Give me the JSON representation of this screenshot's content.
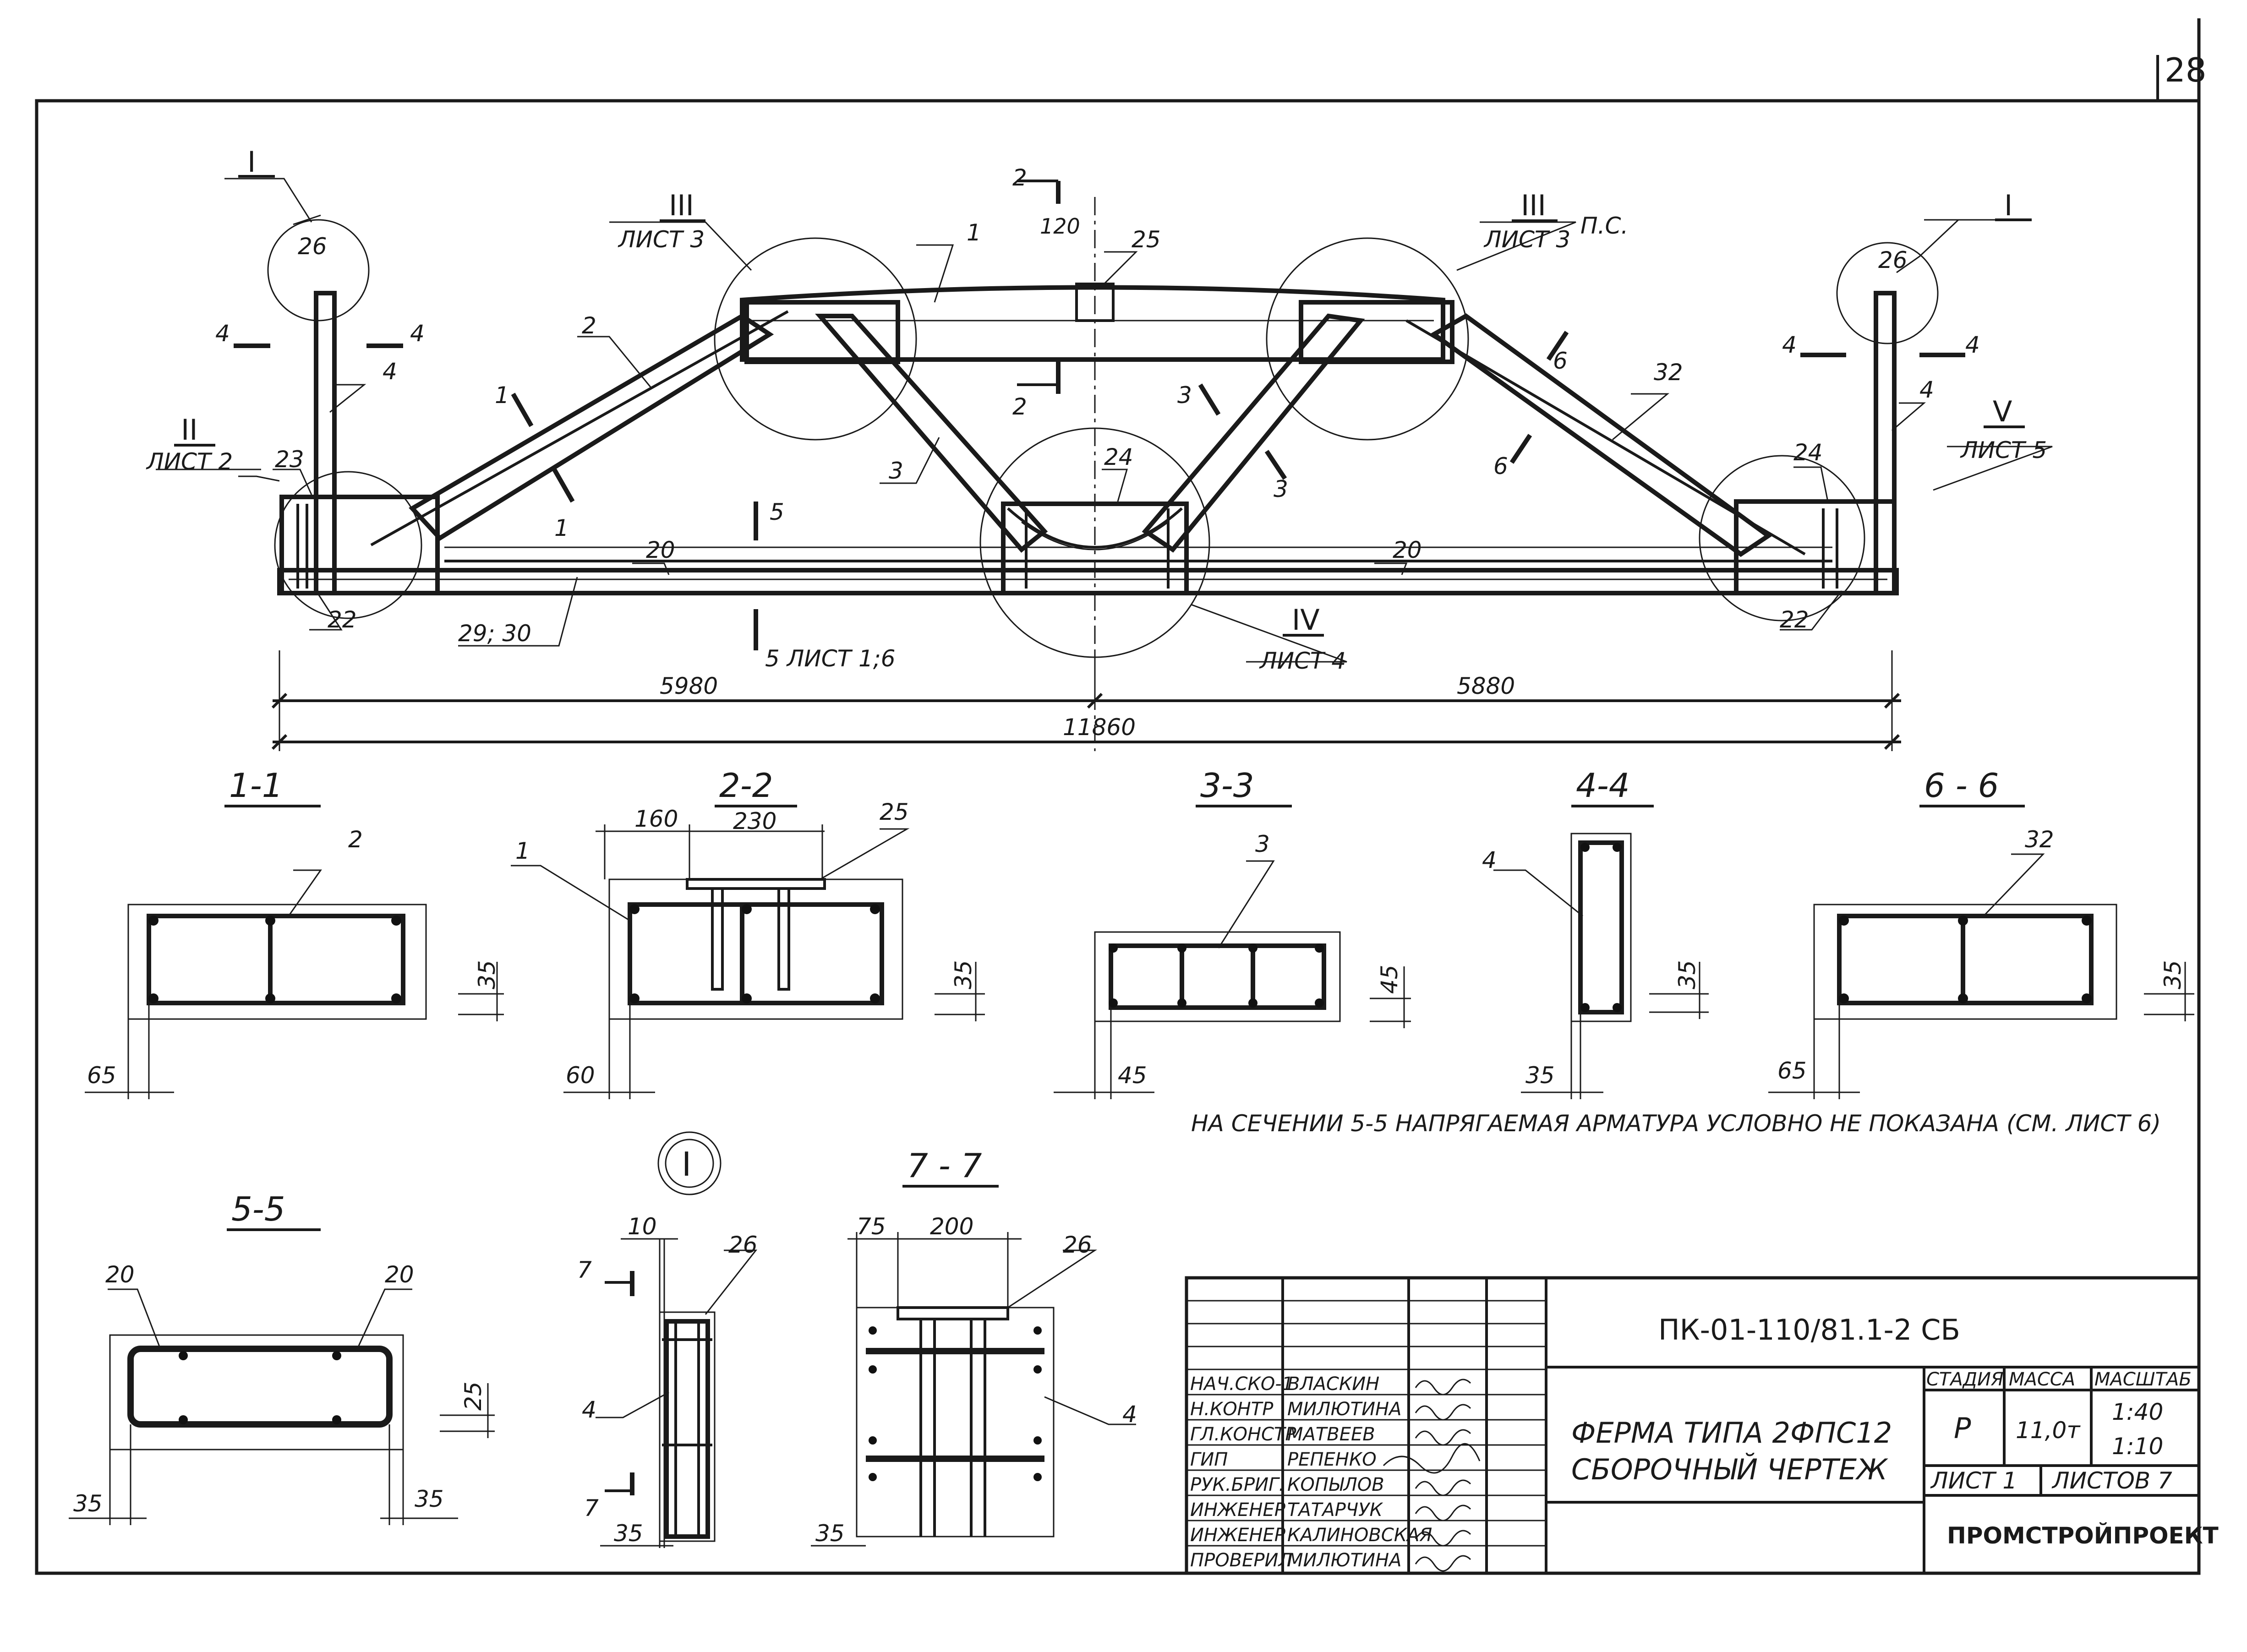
{
  "sheet": {
    "number": "28"
  },
  "elevation": {
    "callouts": {
      "c1": "1",
      "c2": "2",
      "c3": "3",
      "c4_left": "4",
      "c4_right": "4",
      "c20_left": "20",
      "c20_right": "20",
      "c22_left": "22",
      "c22_right": "22",
      "c23": "23",
      "c24_mid": "24",
      "c24_right": "24",
      "c25": "25",
      "c26_left": "26",
      "c26_right": "26",
      "c29_30": "29; 30",
      "c32": "32",
      "c120": "120"
    },
    "nodes": {
      "node_I_left": "I",
      "node_I_right": "I",
      "node_II": "II",
      "node_II_sheet": "ЛИСТ 2",
      "node_III_left": "III",
      "node_III_left_sheet": "ЛИСТ 3",
      "node_III_right": "III",
      "node_III_right_sheet": "ЛИСТ 3",
      "node_III_right_note": "П.С.",
      "node_IV": "IV",
      "node_IV_sheet": "ЛИСТ 4",
      "node_V": "V",
      "node_V_sheet": "ЛИСТ 5"
    },
    "cuts": {
      "cut1a": "1",
      "cut1b": "1",
      "cut2a": "2",
      "cut2b": "2",
      "cut3a": "3",
      "cut3b": "3",
      "cut4a": "4",
      "cut4b": "4",
      "cut4c": "4",
      "cut4d": "4",
      "cut5a": "5",
      "cut5b": "5 ЛИСТ 1;6",
      "cut6a": "6",
      "cut6b": "6"
    },
    "dims": {
      "left": "5980",
      "right": "5880",
      "total": "11860"
    }
  },
  "sections": {
    "s1": {
      "title": "1-1",
      "bar": "2",
      "d_side": "65",
      "d_cover": "35"
    },
    "s2": {
      "title": "2-2",
      "bar": "1",
      "plate": "25",
      "d_160": "160",
      "d_230": "230",
      "d_side": "60",
      "d_cover": "35"
    },
    "s3": {
      "title": "3-3",
      "bar": "3",
      "d_side": "45",
      "d_cover": "45"
    },
    "s4": {
      "title": "4-4",
      "bar": "4",
      "d_side": "35",
      "d_cover": "35"
    },
    "s6": {
      "title": "6 - 6",
      "bar": "32",
      "d_side": "65",
      "d_cover": "35"
    },
    "s5": {
      "title": "5-5",
      "bar_left": "20",
      "bar_right": "20",
      "d_left": "35",
      "d_right": "35",
      "d_cover": "25"
    },
    "nodeI": {
      "title": "I",
      "d_10": "10",
      "bar26": "26",
      "bar4": "4",
      "d_35": "35",
      "cut_top": "7",
      "cut_bot": "7"
    },
    "s7": {
      "title": "7 - 7",
      "d_75": "75",
      "d_200": "200",
      "bar26": "26",
      "bar4": "4",
      "d_35": "35"
    }
  },
  "note": "НА СЕЧЕНИИ 5-5 НАПРЯГАЕМАЯ АРМАТУРА УСЛОВНО НЕ ПОКАЗАНА (СМ. ЛИСТ 6)",
  "title_block": {
    "code": "ПК-01-110/81.1-2 СБ",
    "name_line1": "ФЕРМА ТИПА 2ФПС12",
    "name_line2": "СБОРОЧНЫЙ ЧЕРТЕЖ",
    "stage_hdr": "СТАДИЯ",
    "mass_hdr": "МАССА",
    "scale_hdr": "МАСШТАБ",
    "stage": "Р",
    "mass": "11,0т",
    "scale1": "1:40",
    "scale2": "1:10",
    "sheet_label": "ЛИСТ 1",
    "sheets_label": "ЛИСТОВ 7",
    "org": "ПРОМСТРОЙПРОЕКТ",
    "roles": [
      {
        "role": "НАЧ.СКО-1",
        "name": "ВЛАСКИН"
      },
      {
        "role": "Н.КОНТР",
        "name": "МИЛЮТИНА"
      },
      {
        "role": "ГЛ.КОНСТР",
        "name": "МАТВЕЕВ"
      },
      {
        "role": "ГИП",
        "name": "РЕПЕНКО"
      },
      {
        "role": "РУК.БРИГ.",
        "name": "КОПЫЛОВ"
      },
      {
        "role": "ИНЖЕНЕР",
        "name": "ТАТАРЧУК"
      },
      {
        "role": "ИНЖЕНЕР",
        "name": "КАЛИНОВСКАЯ"
      },
      {
        "role": "ПРОВЕРИЛ",
        "name": "МИЛЮТИНА"
      }
    ]
  }
}
